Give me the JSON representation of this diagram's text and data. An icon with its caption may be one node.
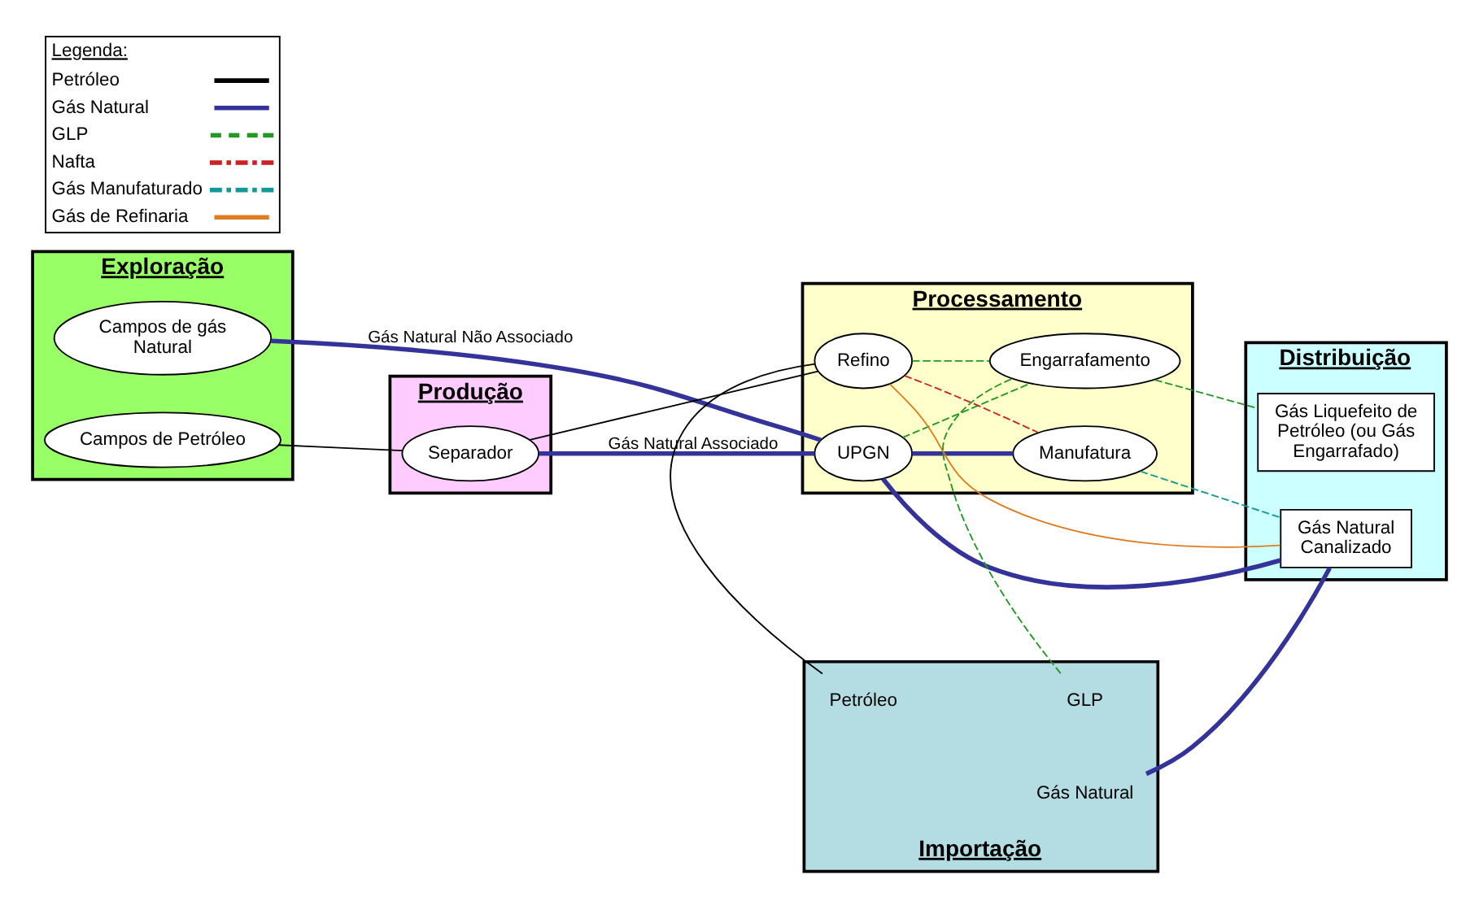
{
  "diagram": {
    "nodes": [
      {
        "text": [
          "Exploração"
        ]
      },
      {
        "text": [
          "Campos de gás Natural"
        ],
        "in": 0
      },
      {
        "text": [
          "Campos de Petróleo"
        ],
        "in": 0
      },
      {
        "text": [
          "Produção"
        ]
      },
      {
        "text": [
          "Separador"
        ],
        "in": 3
      },
      {
        "text": [
          "Processamento"
        ]
      },
      {
        "text": [
          "UPGN"
        ],
        "in": 5
      },
      {
        "text": [
          "Manufatura"
        ],
        "in": 5
      },
      {
        "text": [
          "Refino"
        ],
        "in": 5
      },
      {
        "text": [
          "Engarrafamento"
        ],
        "in": 5
      },
      {
        "text": [
          "Distribuição"
        ]
      },
      {
        "text": [
          "Gás Natural Canalizado"
        ],
        "in": 10
      },
      {
        "text": [
          "Gás Liquefeito de Petróleo (ou Gás Engarrafado)"
        ],
        "in": 10
      },
      {
        "text": [
          "Importação"
        ]
      },
      {
        "text": [
          "Petróleo"
        ],
        "in": 13
      },
      {
        "text": [
          "GLP"
        ],
        "in": 13
      },
      {
        "text": [
          "Gás Natural"
        ],
        "in": 13
      }
    ],
    "edges": [
      {
        "from": 1,
        "to": 6,
        "arrow": "none",
        "label": "Gás Natural Não Associado",
        "color": "#333399",
        "style": "thick"
      },
      {
        "from": 4,
        "to": 6,
        "arrow": "none",
        "label": "Gás Natural Associado",
        "color": "#333399",
        "style": "thick"
      },
      {
        "from": 2,
        "to": 4,
        "arrow": "none",
        "color": "#000000"
      },
      {
        "from": 4,
        "to": 8,
        "arrow": "none",
        "color": "#000000"
      },
      {
        "from": 6,
        "to": 11,
        "arrow": "none",
        "color": "#333399",
        "style": "thick"
      },
      {
        "from": 6,
        "to": 7,
        "arrow": "none",
        "color": "#333399",
        "style": "thick"
      },
      {
        "from": 6,
        "to": 9,
        "arrow": "none",
        "color": "#229922",
        "style": "dashed"
      },
      {
        "from": 7,
        "to": 11,
        "arrow": "none",
        "color": "#119999",
        "style": "dashed"
      },
      {
        "from": 8,
        "to": 7,
        "arrow": "none",
        "color": "#cc2222",
        "style": "dashed"
      },
      {
        "from": 8,
        "to": 11,
        "arrow": "none",
        "color": "#e07b20"
      },
      {
        "from": 8,
        "to": 9,
        "arrow": "none",
        "color": "#229922",
        "style": "dashed"
      },
      {
        "from": 9,
        "to": 12,
        "arrow": "none",
        "color": "#229922",
        "style": "dashed"
      },
      {
        "from": 14,
        "to": 8,
        "arrow": "none",
        "color": "#000000"
      },
      {
        "from": 15,
        "to": 9,
        "arrow": "none",
        "color": "#229922",
        "style": "dashed"
      },
      {
        "from": 16,
        "to": 11,
        "arrow": "none",
        "color": "#333399",
        "style": "thick"
      }
    ],
    "labels": [
      "Legenda:"
    ],
    "legend": [
      {
        "text": "Petróleo"
      },
      {
        "text": "Gás Natural"
      },
      {
        "text": "GLP"
      },
      {
        "text": "Nafta"
      },
      {
        "text": "Gás Manufaturado"
      },
      {
        "text": "Gás de Refinaria"
      }
    ]
  }
}
